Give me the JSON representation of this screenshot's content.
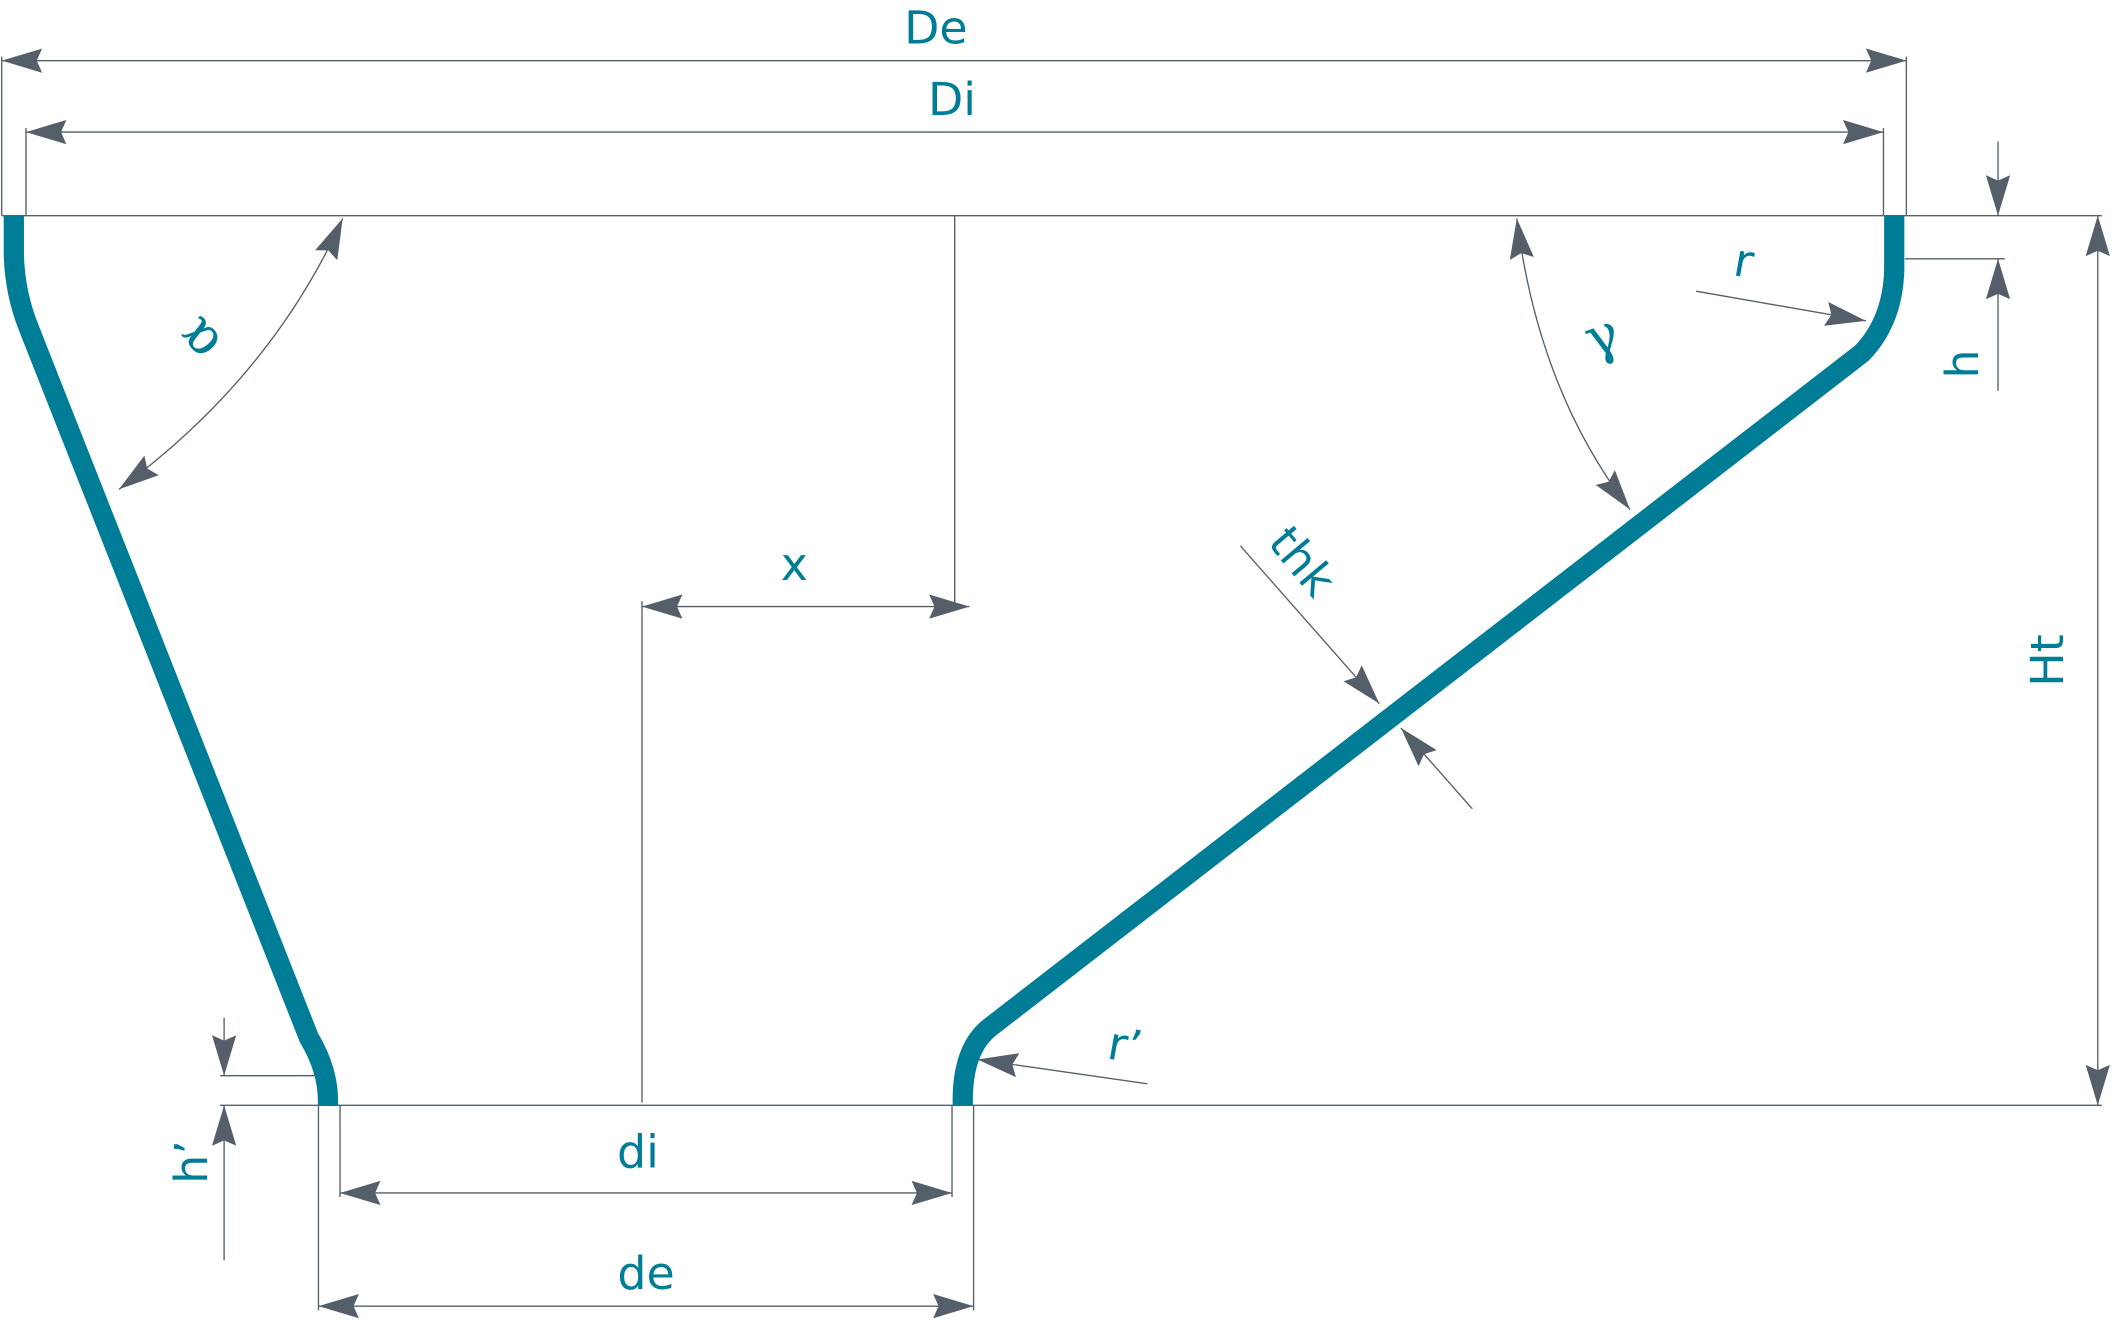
{
  "labels": {
    "De": "De",
    "Di": "Di",
    "h": "h",
    "Ht": "Ht",
    "x": "x",
    "alpha": "α",
    "gamma": "γ",
    "r": "r",
    "thk": "thk",
    "r_prime": "r’",
    "h_prime": "h’",
    "di": "di",
    "de": "de"
  },
  "colors": {
    "accent": "#007d96",
    "dimension": "#555f69"
  }
}
